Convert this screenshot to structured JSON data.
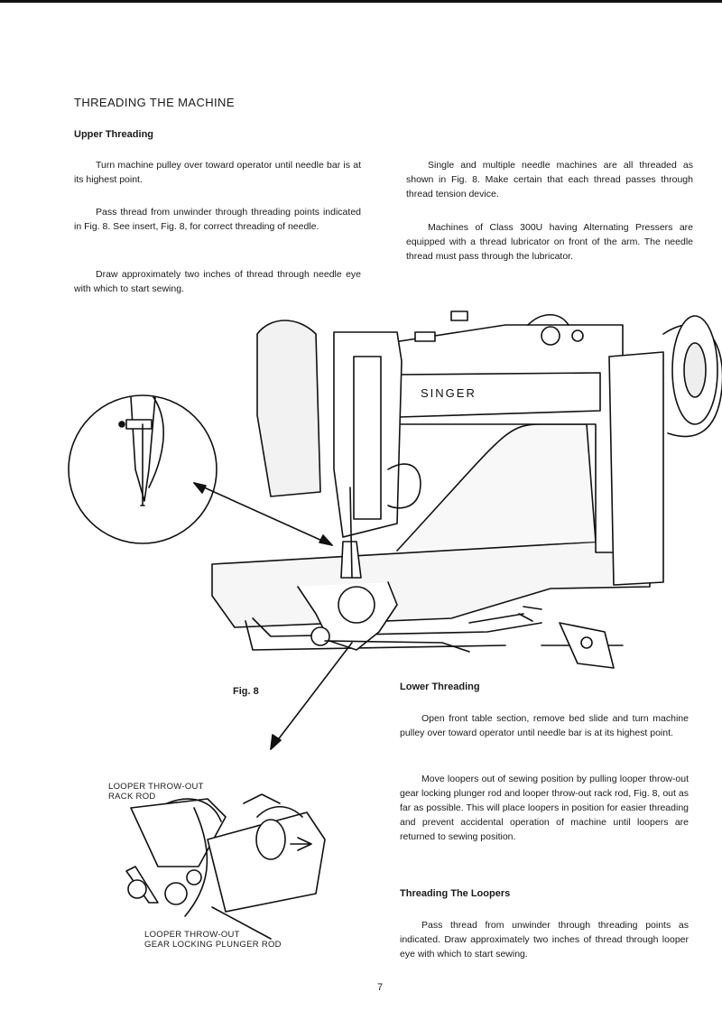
{
  "page": {
    "title": "THREADING THE MACHINE",
    "page_number": "7"
  },
  "upper_threading": {
    "heading": "Upper Threading",
    "paragraphs": [
      "Turn machine pulley over toward operator until needle bar is at its highest point.",
      "Pass thread from unwinder through threading points indicated in Fig. 8. See insert, Fig. 8, for correct threading of needle.",
      "Draw approximately two inches of thread through needle eye with which to start sewing."
    ],
    "right_paragraphs": [
      "Single and multiple needle machines are all threaded as shown in Fig. 8. Make certain that each thread passes through thread tension device.",
      "Machines of Class 300U having Alternating Pressers are equipped with a thread lubricator on front of the arm. The needle thread must pass through the lubricator."
    ]
  },
  "figure": {
    "label": "Fig. 8",
    "brand_text": "SINGER",
    "inset_label_top": "LOOPER THROW-OUT\nRACK ROD",
    "inset_label_bottom": "LOOPER THROW-OUT\nGEAR LOCKING PLUNGER ROD"
  },
  "lower_threading": {
    "heading": "Lower Threading",
    "paragraphs": [
      "Open front table section, remove bed slide and turn machine pulley over toward operator until needle bar is at its highest point.",
      "Move loopers out of sewing position by pulling looper throw-out gear locking plunger rod and looper throw-out rack rod, Fig. 8, out as far as possible. This will place loopers in position for easier threading and prevent accidental operation of machine until loopers are returned to sewing position."
    ]
  },
  "threading_loopers": {
    "heading": "Threading The Loopers",
    "paragraphs": [
      "Pass thread from unwinder through threading points as indicated. Draw approximately two inches of thread through looper eye with which to start sewing."
    ]
  }
}
